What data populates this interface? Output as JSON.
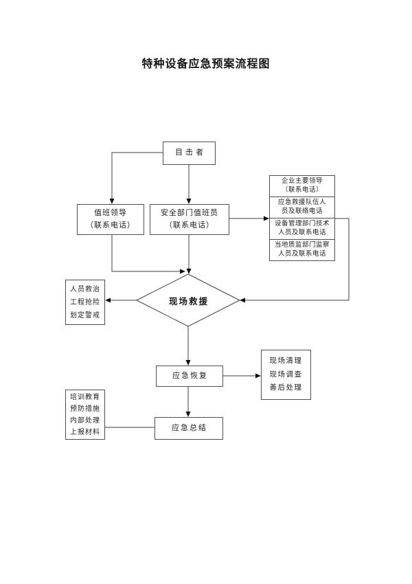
{
  "title": "特种设备应急预案流程图",
  "colors": {
    "line": "#3c3c3c",
    "border": "#4e4e4e",
    "ink": "#1c1c1c",
    "background": "#ffffff"
  },
  "flowchart": {
    "nodes": {
      "witness": {
        "label": "目击者"
      },
      "duty_leader": {
        "lines": [
          "值班领导",
          "（联系电话）"
        ]
      },
      "safety_dept_duty": {
        "lines": [
          "安全部门值班员",
          "（联系电话）"
        ]
      },
      "contact_stack": [
        {
          "lines": [
            "企业主要领导",
            "（联系电话）"
          ]
        },
        {
          "lines": [
            "应急救援队伍人",
            "员及联络电话"
          ]
        },
        {
          "lines": [
            "设备管理部门技术",
            "人员及联系电话"
          ]
        },
        {
          "lines": [
            "当地质监部门监察",
            "人员及联系电话"
          ]
        }
      ],
      "onsite_rescue": {
        "label": "现场救援"
      },
      "rescue_actions": {
        "lines": [
          "人员救治",
          "工程抢险",
          "划定警戒"
        ]
      },
      "emergency_recovery": {
        "label": "应急恢复"
      },
      "site_cleanup": {
        "lines": [
          "现场清理",
          "现场调查",
          "善后处理"
        ]
      },
      "training": {
        "lines": [
          "培训教育",
          "预防措施",
          "内部处理",
          "上报材料"
        ]
      },
      "emergency_summary": {
        "label": "应急总结"
      }
    },
    "edges": [
      {
        "from": "witness",
        "to": "duty_leader",
        "arrow": true
      },
      {
        "from": "witness",
        "to": "safety_dept_duty",
        "arrow": true
      },
      {
        "from": "safety_dept_duty",
        "to": "contact_stack",
        "arrow": true
      },
      {
        "from": "contact_stack",
        "to": "onsite_rescue",
        "arrow": true
      },
      {
        "from": "duty_leader",
        "to": "onsite_rescue",
        "arrow": true
      },
      {
        "from": "safety_dept_duty",
        "to": "onsite_rescue",
        "arrow": true
      },
      {
        "from": "onsite_rescue",
        "to": "rescue_actions",
        "arrow": true
      },
      {
        "from": "onsite_rescue",
        "to": "emergency_recovery",
        "arrow": true
      },
      {
        "from": "emergency_recovery",
        "to": "site_cleanup",
        "arrow": true
      },
      {
        "from": "emergency_recovery",
        "to": "emergency_summary",
        "arrow": true
      },
      {
        "from": "training",
        "to": "emergency_summary",
        "arrow": false
      }
    ]
  }
}
